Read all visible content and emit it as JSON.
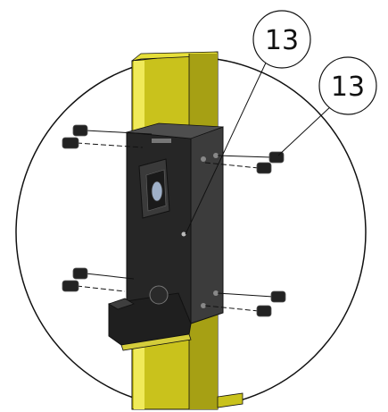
{
  "callouts": [
    {
      "label": "13",
      "target": "bracket-plate"
    },
    {
      "label": "13",
      "target": "bolts"
    }
  ],
  "colors": {
    "post_yellow": "#c9c21c",
    "post_highlight": "#f0ea5a",
    "post_shadow": "#8f8a10",
    "bracket_dark": "#2a2a2a",
    "bracket_edge": "#5a5a5a",
    "outline": "#111111",
    "background": "#ffffff"
  },
  "icons": [
    "magnified-detail-circle",
    "bolt-icon",
    "nut-icon",
    "latch-icon",
    "hook-icon"
  ]
}
